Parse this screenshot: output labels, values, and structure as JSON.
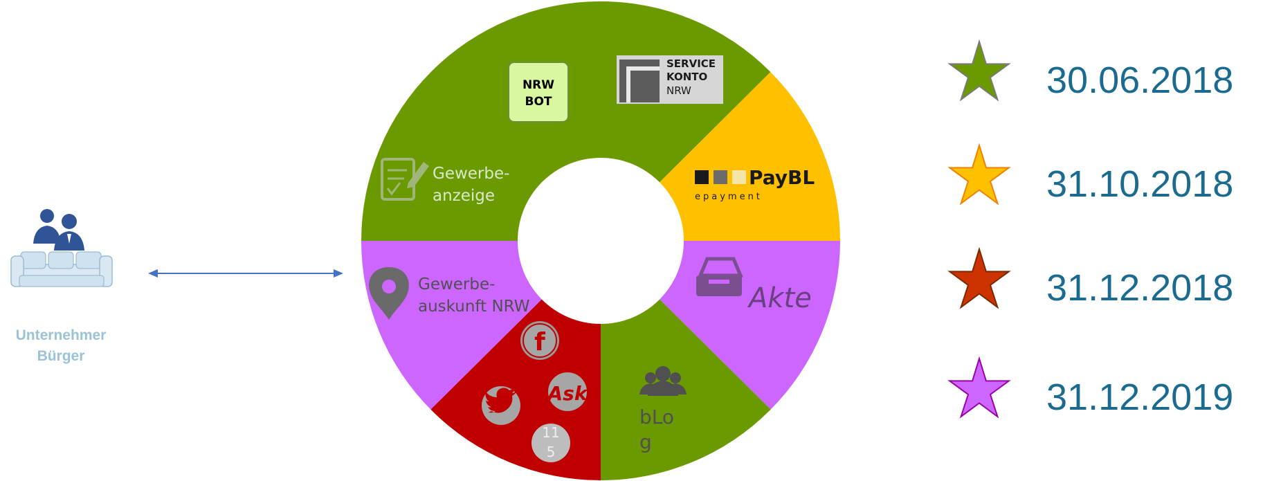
{
  "colors": {
    "green": "#6b9a00",
    "yellow": "#ffc000",
    "red": "#c00000",
    "purple": "#cc66ff",
    "date_text": "#1a6b8f",
    "caption": "#9ac3d6",
    "arrow": "#4472c4"
  },
  "user": {
    "icon": "people-on-sofa-icon",
    "line1": "Unternehmer",
    "line2": "Bürger"
  },
  "wheel": {
    "segments": [
      {
        "name": "Gewerbeanzeige",
        "color": "green"
      },
      {
        "name": "Servicekonto NRW",
        "color": "green"
      },
      {
        "name": "PayBL",
        "color": "yellow"
      },
      {
        "name": "Akte",
        "color": "purple"
      },
      {
        "name": "bLog",
        "color": "green"
      },
      {
        "name": "Social",
        "color": "red"
      },
      {
        "name": "Gewerbeauskunft NRW",
        "color": "purple"
      }
    ],
    "nrw_bot": {
      "line1": "NRW",
      "line2": "BOT"
    },
    "servicekonto": {
      "line1": "SERVICE",
      "line2": "KONTO",
      "line3": "NRW"
    },
    "gewerbeanzeige": {
      "line1": "Gewerbe-",
      "line2": "anzeige",
      "icon": "form-edit-icon"
    },
    "paybl": {
      "brand": "PayBL",
      "sub": "epayment"
    },
    "akte": {
      "label": "Akte",
      "icon": "tray-icon"
    },
    "gewerbeauskunft": {
      "line1": "Gewerbe-",
      "line2": "auskunft NRW",
      "icon": "map-pin-icon"
    },
    "blog": {
      "line1": "bLo",
      "line2": "g",
      "icon": "group-icon"
    },
    "social": {
      "facebook": "f",
      "ask": "Ask",
      "twitter_icon": "twitter-bird-icon",
      "number_line1": "11",
      "number_line2": "5"
    }
  },
  "legend": [
    {
      "date": "30.06.2018",
      "color": "green",
      "star_fill": "#6b9a00",
      "star_stroke": "#7a7a7a"
    },
    {
      "date": "31.10.2018",
      "color": "yellow",
      "star_fill": "#ffc000",
      "star_stroke": "#f08000"
    },
    {
      "date": "31.12.2018",
      "color": "red",
      "star_fill": "#cc3300",
      "star_stroke": "#7a2a00"
    },
    {
      "date": "31.12.2019",
      "color": "purple",
      "star_fill": "#cc66ff",
      "star_stroke": "#9900aa"
    }
  ]
}
